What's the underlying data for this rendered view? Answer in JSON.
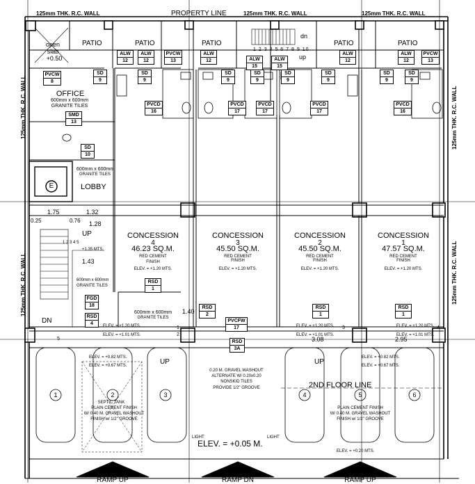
{
  "walls": {
    "top_left": "125mm THK. R.C. WALL",
    "top_mid": "125mm THK. R.C. WALL",
    "top_right": "125mm THK. R.C. WALL",
    "left_top": "125mm THK. R.C. WALL",
    "left_bottom": "125mm THK. R.C. WALL",
    "right_top": "125mm THK. R.C. WALL",
    "right_bottom": "125mm THK. R.C. WALL"
  },
  "property_line": "PROPERTY LINE",
  "open_slab": {
    "line1": "open",
    "line2": "slab",
    "elev": "+0.50"
  },
  "patios": [
    "PATIO",
    "PATIO",
    "PATIO",
    "PATIO",
    "PATIO"
  ],
  "tags": [
    {
      "code": "ALW",
      "num": "12"
    },
    {
      "code": "ALW",
      "num": "12"
    },
    {
      "code": "PVCW",
      "num": "13"
    },
    {
      "code": "ALW",
      "num": "12"
    },
    {
      "code": "ALW",
      "num": "15"
    },
    {
      "code": "ALW",
      "num": "15"
    },
    {
      "code": "ALW",
      "num": "12"
    },
    {
      "code": "ALW",
      "num": "12"
    },
    {
      "code": "PVCW",
      "num": "13"
    },
    {
      "code": "PVCW",
      "num": "8"
    },
    {
      "code": "SD",
      "num": "9"
    },
    {
      "code": "SD",
      "num": "9"
    },
    {
      "code": "SD",
      "num": "9"
    },
    {
      "code": "SD",
      "num": "9"
    },
    {
      "code": "SD",
      "num": "9"
    },
    {
      "code": "SD",
      "num": "9"
    },
    {
      "code": "SD",
      "num": "9"
    },
    {
      "code": "SD",
      "num": "9"
    },
    {
      "code": "PVCD",
      "num": "16"
    },
    {
      "code": "PVCD",
      "num": "17"
    },
    {
      "code": "PVCD",
      "num": "17"
    },
    {
      "code": "PVCD",
      "num": "17"
    },
    {
      "code": "PVCD",
      "num": "16"
    },
    {
      "code": "SMD",
      "num": "13"
    },
    {
      "code": "SD",
      "num": "10"
    },
    {
      "code": "RSD",
      "num": "1"
    },
    {
      "code": "RSD",
      "num": "2"
    },
    {
      "code": "RSD",
      "num": "1"
    },
    {
      "code": "RSD",
      "num": "1"
    },
    {
      "code": "FGD",
      "num": "18"
    },
    {
      "code": "RSD",
      "num": "4"
    },
    {
      "code": "PVCFW",
      "num": "17"
    },
    {
      "code": "RSD",
      "num": "3A"
    }
  ],
  "stair_numbers": [
    "1",
    "2",
    "3",
    "4",
    "5",
    "6",
    "7",
    "8",
    "9",
    "10"
  ],
  "stair_labels": {
    "dn": "dn",
    "up": "up"
  },
  "office": {
    "name": "OFFICE",
    "finish": "600mm x 600mm",
    "finish2": "GRANITE TILES"
  },
  "lobby": {
    "name": "LOBBY",
    "finish": "600mm x 600mm",
    "finish2": "GRANITE TILES",
    "elevator": "E"
  },
  "dims": {
    "d1": "1.75",
    "d2": "1.32",
    "d3": "1.28",
    "d4": "1.43",
    "d5": "1.40",
    "d6": "3.08",
    "d7": "2.95"
  },
  "labels": {
    "up_stair": "UP",
    "dn": "DN",
    "o25": "0.25",
    "o76": "0.76"
  },
  "stair_lobby": {
    "elev": "+1.35 MTS.",
    "finish": "600mm x 600mm",
    "finish2": "GRANITE TILES"
  },
  "concessions": [
    {
      "name": "CONCESSION",
      "num": "4",
      "area": "46.23 SQ.M.",
      "finish": "GRANITE TILES",
      "elev": "ELEV. = +1.20 MTS."
    },
    {
      "name": "CONCESSION",
      "num": "3",
      "area": "45.50 SQ.M.",
      "finish": "RED CEMENT FINISH",
      "elev": "ELEV. = +1.20 MTS."
    },
    {
      "name": "CONCESSION",
      "num": "2",
      "area": "45.50 SQ.M.",
      "finish": "RED CEMENT FINISH",
      "elev": "ELEV. = +1.20 MTS."
    },
    {
      "name": "CONCESSION",
      "num": "1",
      "area": "47.57 SQ.M.",
      "finish": "RED CEMENT FINISH",
      "elev": "ELEV. = +1.20 MTS."
    }
  ],
  "conc4_finish_top": "600mm x 600mm",
  "conc4_finish_top2": "GRANITE TILES",
  "conc4_finish_red": "RED CEMENT",
  "conc4_finish_red2": "FINISH",
  "elev_small": {
    "a": "ELEV. = +1.20 MTS.",
    "b": "ELEV. = +1.01 MTS.",
    "c": "ELEV. = +1.20 MTS.",
    "d": "ELEV. = +1.01 MTS.",
    "e": "ELEV. = +1.20 MTS.",
    "f": "ELEV. = +1.01 MTS.",
    "g": "ELEV. = +0.82 MTS.",
    "h": "ELEV. = +0.67 MTS.",
    "i": "ELEV. = +0.82 MTS.",
    "j": "ELEV. = +0.67 MTS.",
    "k": "ELEV. = +0.20 MTS."
  },
  "parking": {
    "cars": [
      "1",
      "2",
      "3",
      "4",
      "5",
      "6"
    ],
    "up1": "UP",
    "up2": "UP",
    "washout_center": [
      "0.20 M. GRAVEL WASHOUT",
      "ALTERNATE W/ 0.20x0.20",
      "NONSKID TILES",
      "PROVIDE 1/2\" GROOVE"
    ],
    "septic": "SEPTIC TANK",
    "washout_left": [
      "PLAIN CEMENT FINISH",
      "W/ 0.40 M. GRAVEL WASHOUT",
      "FINISH w/ 1/2\" GROOVE"
    ],
    "washout_right": [
      "PLAIN CEMENT FINISH",
      "W/ 0.40 M. GRAVEL WASHOUT",
      "FINISH w/ 1/2\" GROOVE"
    ],
    "second_floor": "2ND FLOOR LINE",
    "light1": "LIGHT",
    "light2": "LIGHT",
    "main_elev": "ELEV. = +0.05 M."
  },
  "ramps": [
    "RAMP UP",
    "RAMP DN",
    "RAMP UP"
  ],
  "markers": [
    "1",
    "2",
    "3",
    "4",
    "5",
    "6",
    "7",
    "8",
    "9"
  ]
}
